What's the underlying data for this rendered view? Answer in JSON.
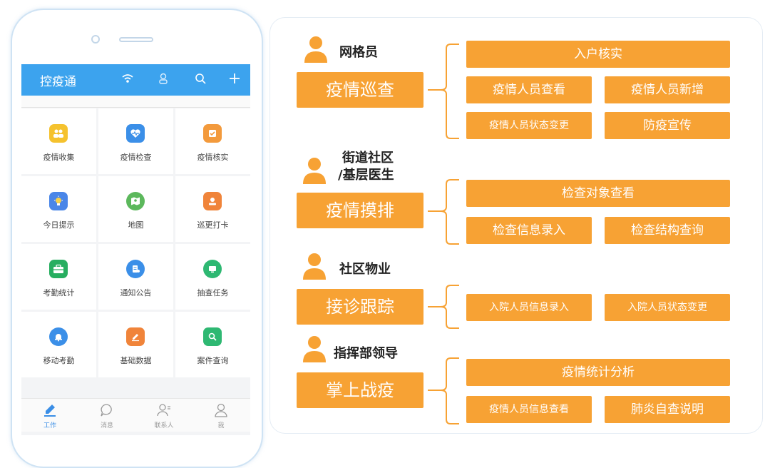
{
  "phone": {
    "app_title": "控疫通",
    "grid": [
      {
        "label": "疫情收集",
        "icon": "people-icon",
        "color": "#f5c22e"
      },
      {
        "label": "疫情检查",
        "icon": "heart-monitor-icon",
        "color": "#3b8fe8"
      },
      {
        "label": "疫情核实",
        "icon": "checklist-icon",
        "color": "#f39a3c"
      },
      {
        "label": "今日提示",
        "icon": "lightbulb-icon",
        "color": "#4a86e8"
      },
      {
        "label": "地图",
        "icon": "map-icon",
        "color": "#5cb85c"
      },
      {
        "label": "巡更打卡",
        "icon": "person-card-icon",
        "color": "#f0843a"
      },
      {
        "label": "考勤统计",
        "icon": "briefcase-icon",
        "color": "#27ae60"
      },
      {
        "label": "通知公告",
        "icon": "notice-icon",
        "color": "#3b8fe8"
      },
      {
        "label": "抽查任务",
        "icon": "monitor-icon",
        "color": "#2eb872"
      },
      {
        "label": "移动考勤",
        "icon": "alarm-icon",
        "color": "#3b8fe8"
      },
      {
        "label": "基础数据",
        "icon": "edit-icon",
        "color": "#f0843a"
      },
      {
        "label": "案件查询",
        "icon": "magnifier-icon",
        "color": "#2eb872"
      }
    ],
    "tabs": [
      {
        "label": "工作",
        "icon": "work-icon"
      },
      {
        "label": "消息",
        "icon": "message-icon"
      },
      {
        "label": "联系人",
        "icon": "contacts-icon"
      },
      {
        "label": "我",
        "icon": "me-icon"
      }
    ]
  },
  "groups": [
    {
      "role_lines": [
        "网格员"
      ],
      "main": "疫情巡查",
      "items": [
        "入户核实",
        "疫情人员查看",
        "疫情人员新增",
        "疫情人员状态变更",
        "防疫宣传"
      ]
    },
    {
      "role_lines": [
        "街道社区",
        "/基层医生"
      ],
      "main": "疫情摸排",
      "items": [
        "检查对象查看",
        "检查信息录入",
        "检查结构查询"
      ]
    },
    {
      "role_lines": [
        "社区物业"
      ],
      "main": "接诊跟踪",
      "items": [
        "入院人员信息录入",
        "入院人员状态变更"
      ]
    },
    {
      "role_lines": [
        "指挥部领导"
      ],
      "main": "掌上战疫",
      "items": [
        "疫情统计分析",
        "疫情人员信息查看",
        "肺炎自查说明"
      ]
    }
  ],
  "colors": {
    "orange": "#f7a234",
    "appbar": "#3ca3ee"
  }
}
